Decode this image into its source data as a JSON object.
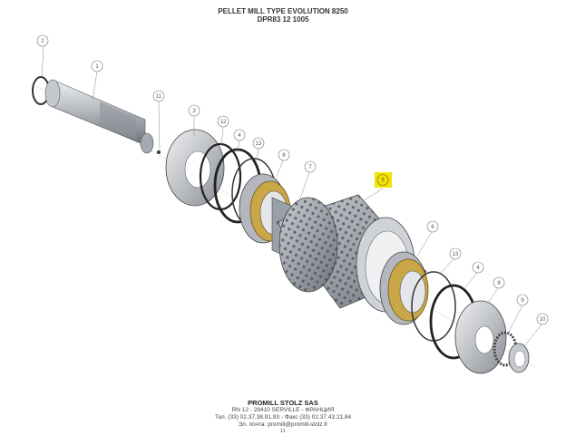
{
  "header": {
    "title": "PELLET MILL TYPE EVOLUTION 8250",
    "subtitle": "DPR83 12 1005"
  },
  "footer": {
    "company": "PROMILL STOLZ SAS",
    "address": "RN 12 - 28410 SERVILLE - ФРАНЦИЯ",
    "phones": "Тел. (33) 02.37.38.91.93 - Факс (33) 02.37.43.21.84",
    "email": "Эл. почта: promill@promill-stolz.fr",
    "page": "11"
  },
  "callouts": [
    {
      "id": "c1",
      "label": "1"
    },
    {
      "id": "c2",
      "label": "2"
    },
    {
      "id": "c3",
      "label": "3"
    },
    {
      "id": "c4a",
      "label": "4"
    },
    {
      "id": "c4b",
      "label": "4"
    },
    {
      "id": "c5",
      "label": "5"
    },
    {
      "id": "c6a",
      "label": "6"
    },
    {
      "id": "c6b",
      "label": "6"
    },
    {
      "id": "c7",
      "label": "7"
    },
    {
      "id": "c8",
      "label": "8"
    },
    {
      "id": "c9",
      "label": "9"
    },
    {
      "id": "c10",
      "label": "10"
    },
    {
      "id": "c11",
      "label": "11"
    },
    {
      "id": "c12",
      "label": "12"
    },
    {
      "id": "c13a",
      "label": "13"
    },
    {
      "id": "c13b",
      "label": "13"
    }
  ],
  "colors": {
    "highlight": "#f5e400",
    "metal_light": "#d4d7dc",
    "metal_dark": "#7d828a",
    "bearing_gold": "#c9a646"
  }
}
